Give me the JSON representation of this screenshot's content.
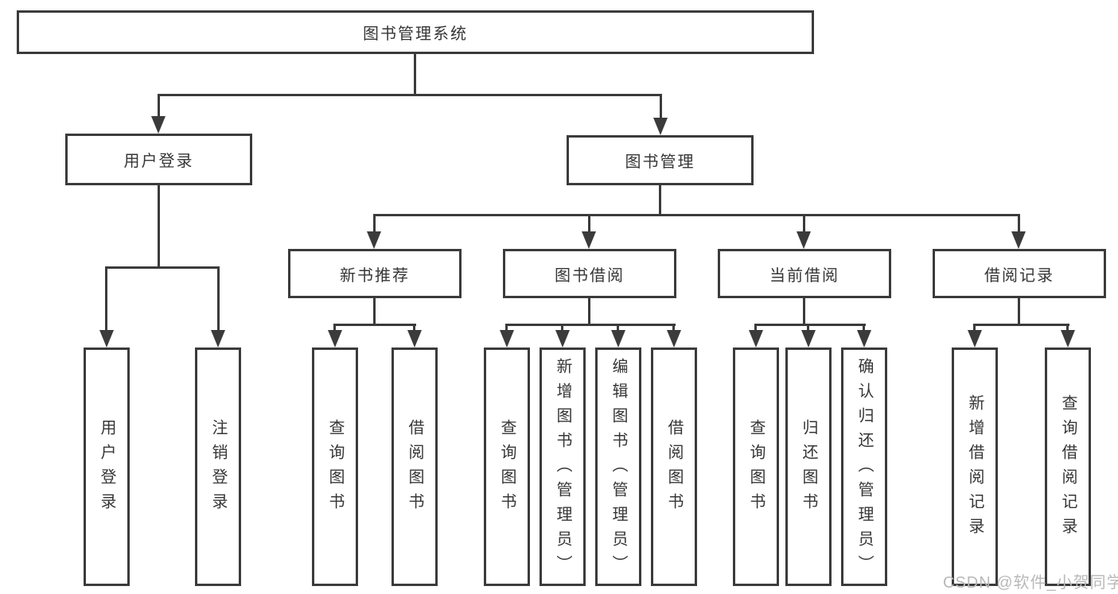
{
  "diagram": {
    "root": {
      "label": "图书管理系统"
    },
    "level1": [
      {
        "label": "用户登录"
      },
      {
        "label": "图书管理"
      }
    ],
    "level2": [
      {
        "label": "新书推荐"
      },
      {
        "label": "图书借阅"
      },
      {
        "label": "当前借阅"
      },
      {
        "label": "借阅记录"
      }
    ],
    "leaves": {
      "login": [
        {
          "label": "用户登录"
        },
        {
          "label": "注销登录"
        }
      ],
      "recommend": [
        {
          "label": "查询图书"
        },
        {
          "label": "借阅图书"
        }
      ],
      "borrow": [
        {
          "label": "查询图书"
        },
        {
          "label": "新增图书（管理员）"
        },
        {
          "label": "编辑图书（管理员）"
        },
        {
          "label": "借阅图书"
        }
      ],
      "current": [
        {
          "label": "查询图书"
        },
        {
          "label": "归还图书"
        },
        {
          "label": "确认归还（管理员）"
        }
      ],
      "records": [
        {
          "label": "新增借阅记录"
        },
        {
          "label": "查询借阅记录"
        }
      ]
    }
  },
  "watermark": {
    "text": "CSDN @软件_小贺同学"
  },
  "colors": {
    "line": "#3b3b3b",
    "text": "#363636",
    "watermark": "#b9b9b9",
    "background": "#ffffff"
  }
}
